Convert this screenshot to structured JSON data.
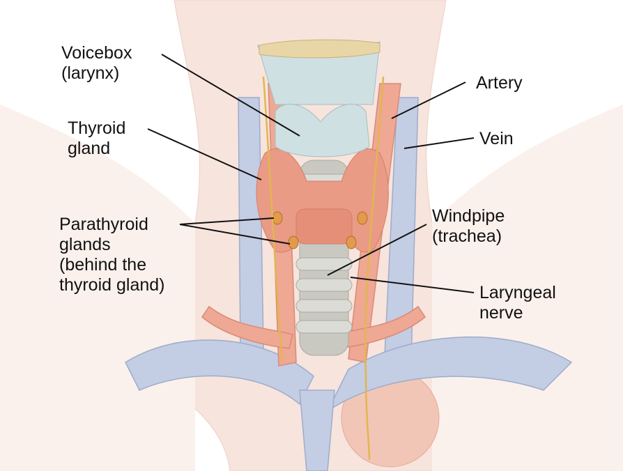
{
  "labels": {
    "voicebox": [
      "Voicebox",
      "(larynx)"
    ],
    "thyroid": [
      "Thyroid",
      "gland"
    ],
    "parathyroid": [
      "Parathyroid",
      "glands",
      "(behind the",
      "thyroid gland)"
    ],
    "artery": [
      "Artery"
    ],
    "vein": [
      "Vein"
    ],
    "windpipe": [
      "Windpipe",
      "(trachea)"
    ],
    "nerve": [
      "Laryngeal",
      "nerve"
    ]
  },
  "colors": {
    "skin": "#f7e4dc",
    "artery": "#eea894",
    "vein": "#c3cde3",
    "thyroid": "#e99b85",
    "cartilage": "#cfe0e3",
    "nerve": "#e2b650"
  }
}
